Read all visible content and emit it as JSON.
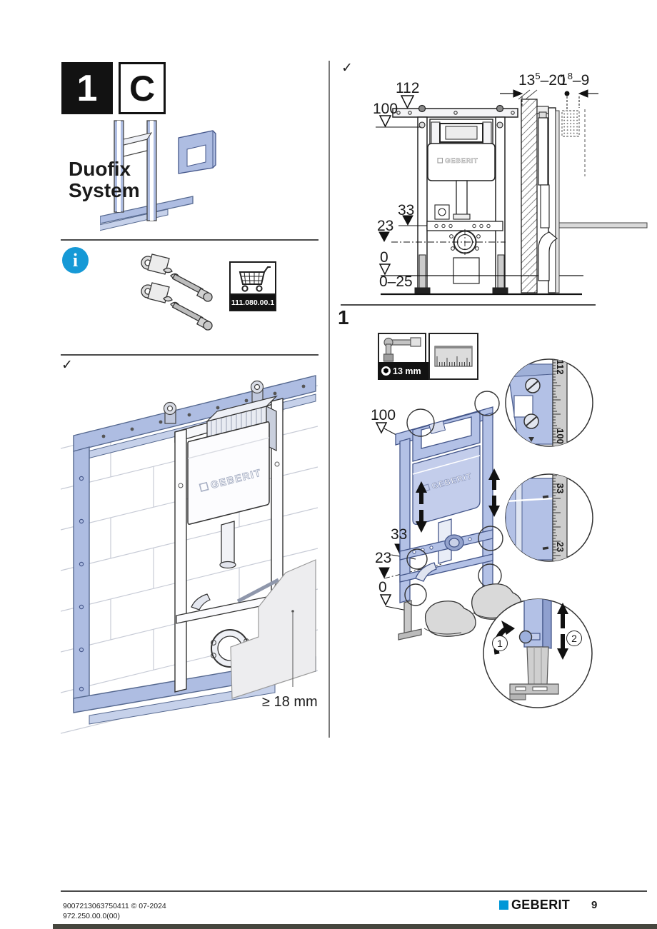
{
  "badges": {
    "step": "1",
    "variant": "C"
  },
  "product": {
    "line1": "Duofix",
    "line2": "System"
  },
  "info_box": {
    "glyph": "i",
    "article_number": "111.080.00.1"
  },
  "marks": {
    "check": "✓"
  },
  "colors": {
    "brand_blue": "#0097d7",
    "illustration_blue": "#aebde2",
    "info_blue": "#1699d6"
  },
  "overview": {
    "dim_112": "112",
    "dim_100": "100",
    "dim_33": "33",
    "dim_23": "23",
    "dim_0": "0",
    "dim_0_25": "0–25",
    "wall_a": {
      "base": "13",
      "sup": "5",
      "tail": "–20"
    },
    "wall_b": {
      "base": "1",
      "sup": "8",
      "tail": "–9"
    },
    "cistern_brand": "GEBERIT"
  },
  "main_figure": {
    "min_thickness": "≥ 18 mm",
    "cistern_brand": "GEBERIT"
  },
  "step1": {
    "number": "1",
    "wrench_size": "13 mm",
    "socket_glyph": "⬢",
    "dim_100": "100",
    "dim_33": "33",
    "dim_23": "23",
    "dim_0": "0",
    "tape": {
      "v112": "112",
      "v100": "100",
      "v33": "33",
      "v23": "23"
    },
    "callout_1": "1",
    "callout_2": "2",
    "cistern_brand": "GEBERIT"
  },
  "footer": {
    "doc_line1": "9007213063750411 © 07-2024",
    "doc_line2": "972.250.00.0(00)",
    "brand": "GEBERIT",
    "page": "9"
  }
}
